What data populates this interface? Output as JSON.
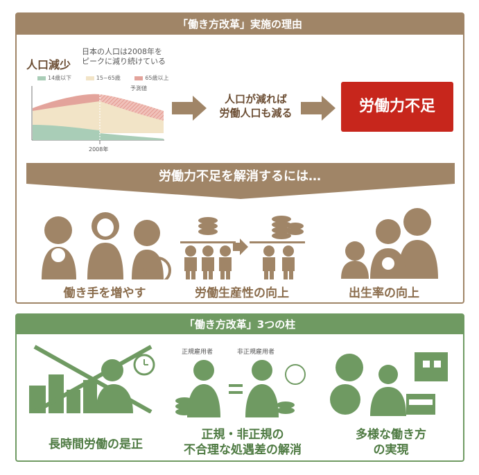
{
  "top": {
    "header": "「働き方改革」実施の理由",
    "pop_title": "人口減少",
    "pop_desc_line1": "日本の人口は2008年を",
    "pop_desc_line2": "ピークに減り続けている",
    "legend": [
      {
        "label": "14歳以下",
        "color": "#a9cdb7"
      },
      {
        "label": "15~65歳",
        "color": "#f2e4c7"
      },
      {
        "label": "65歳以上",
        "color": "#e3a39b"
      }
    ],
    "forecast_label": "予測値",
    "year_label": "2008年",
    "mid_line1": "人口が減れば",
    "mid_line2": "労働人口も減る",
    "shortage": "労働力不足",
    "how_to": "労働力不足を解消するには…",
    "solutions": [
      "働き手を増やす",
      "労働生産性の向上",
      "出生率の向上"
    ]
  },
  "bottom": {
    "header": "「働き方改革」3つの柱",
    "regular_label": "正規雇用者",
    "nonregular_label": "非正規雇用者",
    "pillar1": "長時間労働の是正",
    "pillar2_line1": "正規・非正規の",
    "pillar2_line2": "不合理な処遇差の解消",
    "pillar3_line1": "多様な働き方",
    "pillar3_line2": "の実現"
  },
  "colors": {
    "brown": "#a08567",
    "brown_dark": "#8a6c4c",
    "green": "#6f9a62",
    "red": "#c7261c"
  }
}
